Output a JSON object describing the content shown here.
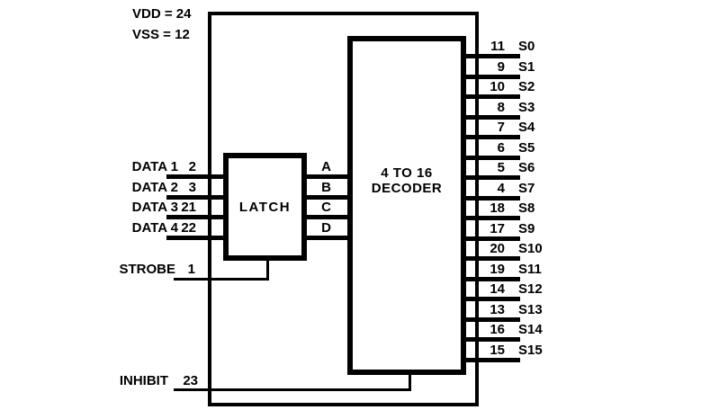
{
  "diagram": {
    "title": "latch-4-to-16-decoder-functional-diagram",
    "power": {
      "vdd": "VDD = 24",
      "vss": "VSS = 12"
    },
    "latch": {
      "label": "LATCH"
    },
    "decoder": {
      "line1": "4 TO 16",
      "line2": "DECODER"
    },
    "data_inputs": [
      {
        "label": "DATA 1",
        "pin": "2"
      },
      {
        "label": "DATA 2",
        "pin": "3"
      },
      {
        "label": "DATA 3",
        "pin": "21"
      },
      {
        "label": "DATA 4",
        "pin": "22"
      }
    ],
    "latch_outputs": [
      "A",
      "B",
      "C",
      "D"
    ],
    "strobe": {
      "label": "STROBE",
      "pin": "1"
    },
    "inhibit": {
      "label": "INHIBIT",
      "pin": "23"
    },
    "decoder_outputs": [
      {
        "pin": "11",
        "label": "S0"
      },
      {
        "pin": "9",
        "label": "S1"
      },
      {
        "pin": "10",
        "label": "S2"
      },
      {
        "pin": "8",
        "label": "S3"
      },
      {
        "pin": "7",
        "label": "S4"
      },
      {
        "pin": "6",
        "label": "S5"
      },
      {
        "pin": "5",
        "label": "S6"
      },
      {
        "pin": "4",
        "label": "S7"
      },
      {
        "pin": "18",
        "label": "S8"
      },
      {
        "pin": "17",
        "label": "S9"
      },
      {
        "pin": "20",
        "label": "S10"
      },
      {
        "pin": "19",
        "label": "S11"
      },
      {
        "pin": "14",
        "label": "S12"
      },
      {
        "pin": "13",
        "label": "S13"
      },
      {
        "pin": "16",
        "label": "S14"
      },
      {
        "pin": "15",
        "label": "S15"
      }
    ],
    "colors": {
      "line": "#000000",
      "background": "#ffffff"
    }
  }
}
